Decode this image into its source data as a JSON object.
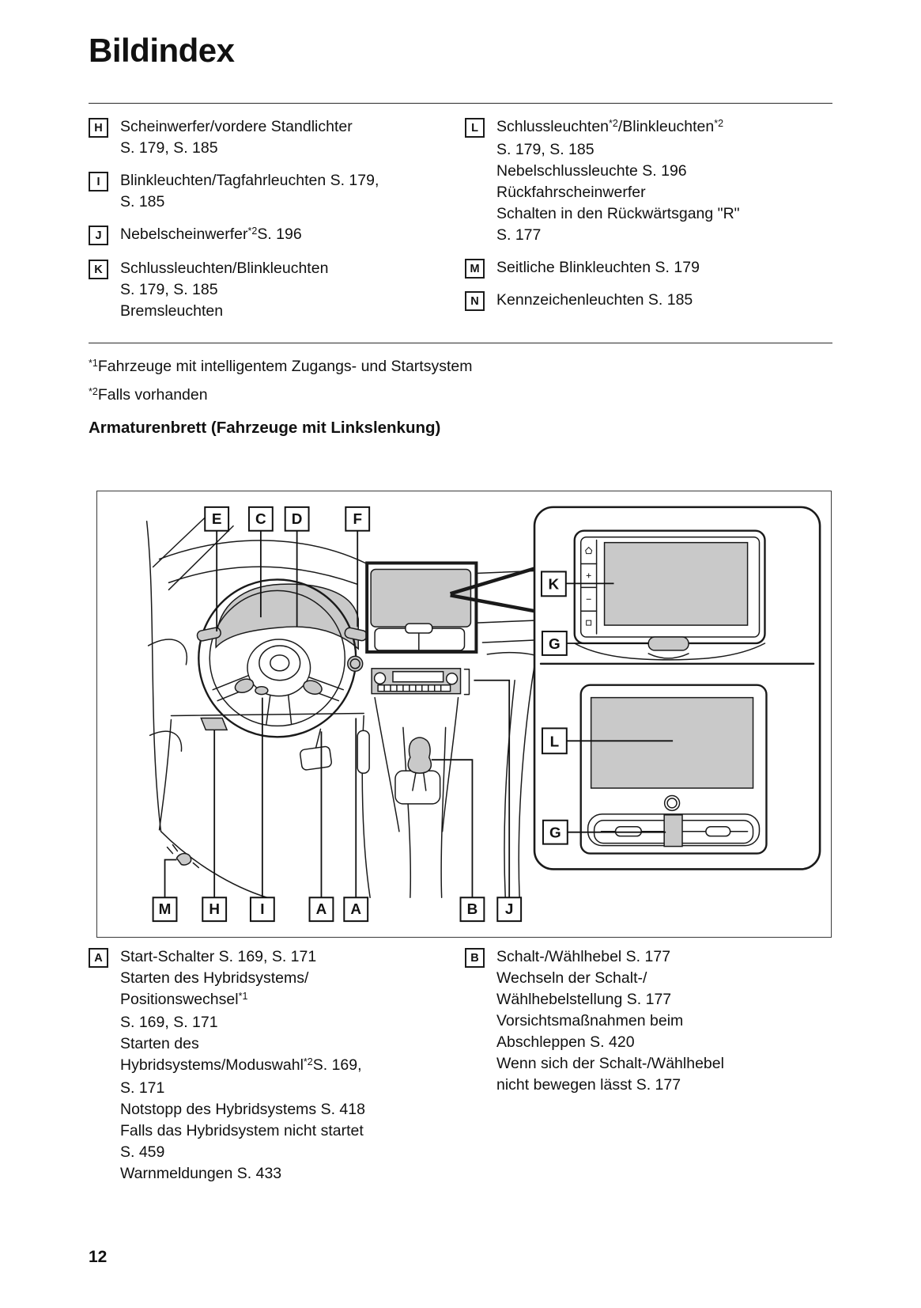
{
  "page": {
    "title": "Bildindex",
    "number": "12"
  },
  "index": {
    "left": [
      {
        "letter": "H",
        "lines": [
          [
            {
              "t": "Scheinwerfer/vordere Standlichter"
            }
          ],
          [
            {
              "t": "S. 179, S. 185"
            }
          ]
        ]
      },
      {
        "letter": "I",
        "lines": [
          [
            {
              "t": "Blinkleuchten/Tagfahrleuchten S. 179,"
            }
          ],
          [
            {
              "t": "S. 185"
            }
          ]
        ]
      },
      {
        "letter": "J",
        "lines": [
          [
            {
              "t": "Nebelscheinwerfer"
            },
            {
              "t": "*2",
              "sup": true
            },
            {
              "t": "S. 196"
            }
          ]
        ]
      },
      {
        "letter": "K",
        "lines": [
          [
            {
              "t": "Schlussleuchten/Blinkleuchten"
            }
          ],
          [
            {
              "t": "S. 179, S. 185"
            }
          ],
          [
            {
              "t": "Bremsleuchten"
            }
          ]
        ]
      }
    ],
    "right": [
      {
        "letter": "L",
        "lines": [
          [
            {
              "t": "Schlussleuchten"
            },
            {
              "t": "*2",
              "sup": true
            },
            {
              "t": "/Blinkleuchten"
            },
            {
              "t": "*2",
              "sup": true
            }
          ],
          [
            {
              "t": "S. 179, S. 185"
            }
          ],
          [
            {
              "t": "Nebelschlussleuchte S. 196"
            }
          ],
          [
            {
              "t": "Rückfahrscheinwerfer"
            }
          ],
          [
            {
              "t": "Schalten in den Rückwärtsgang \"R\""
            }
          ],
          [
            {
              "t": "S. 177"
            }
          ]
        ]
      },
      {
        "letter": "M",
        "lines": [
          [
            {
              "t": "Seitliche Blinkleuchten S. 179"
            }
          ]
        ]
      },
      {
        "letter": "N",
        "lines": [
          [
            {
              "t": "Kennzeichenleuchten S. 185"
            }
          ]
        ]
      }
    ]
  },
  "footnotes": [
    {
      "mark": "*1",
      "text": "Fahrzeuge mit intelligentem Zugangs- und Startsystem"
    },
    {
      "mark": "*2",
      "text": "Falls vorhanden"
    }
  ],
  "section_heading": "Armaturenbrett (Fahrzeuge mit Linkslenkung)",
  "figure": {
    "callouts_top": [
      "E",
      "C",
      "D",
      "F"
    ],
    "callouts_right": [
      "K",
      "G",
      "L",
      "G"
    ],
    "callouts_bottom": [
      "M",
      "H",
      "I",
      "A",
      "A",
      "B",
      "J"
    ],
    "screen_strip_icons": [
      "home",
      "plus",
      "minus",
      "menu"
    ],
    "colors": {
      "line": "#1a1a1a",
      "gray_fill": "#c9c9c9"
    }
  },
  "legend": {
    "a": {
      "letter": "A",
      "lines": [
        [
          {
            "t": "Start-Schalter S. 169, S. 171"
          }
        ],
        [
          {
            "t": "Starten des Hybridsystems/"
          }
        ],
        [
          {
            "t": "Positionswechsel"
          },
          {
            "t": "*1",
            "sup": true
          }
        ],
        [
          {
            "t": "S. 169, S. 171"
          }
        ],
        [
          {
            "t": "Starten des"
          }
        ],
        [
          {
            "t": "Hybridsystems/Moduswahl"
          },
          {
            "t": "*2",
            "sup": true
          },
          {
            "t": "S. 169,"
          }
        ],
        [
          {
            "t": "S. 171"
          }
        ],
        [
          {
            "t": "Notstopp des Hybridsystems S. 418"
          }
        ],
        [
          {
            "t": "Falls das Hybridsystem nicht startet"
          }
        ],
        [
          {
            "t": "S. 459"
          }
        ],
        [
          {
            "t": "Warnmeldungen S. 433"
          }
        ]
      ]
    },
    "b": {
      "letter": "B",
      "lines": [
        [
          {
            "t": "Schalt-/Wählhebel S. 177"
          }
        ],
        [
          {
            "t": "Wechseln der Schalt-/"
          }
        ],
        [
          {
            "t": "Wählhebelstellung S. 177"
          }
        ],
        [
          {
            "t": "Vorsichtsmaßnahmen beim"
          }
        ],
        [
          {
            "t": "Abschleppen S. 420"
          }
        ],
        [
          {
            "t": "Wenn sich der Schalt-/Wählhebel"
          }
        ],
        [
          {
            "t": "nicht bewegen lässt S. 177"
          }
        ]
      ]
    }
  }
}
